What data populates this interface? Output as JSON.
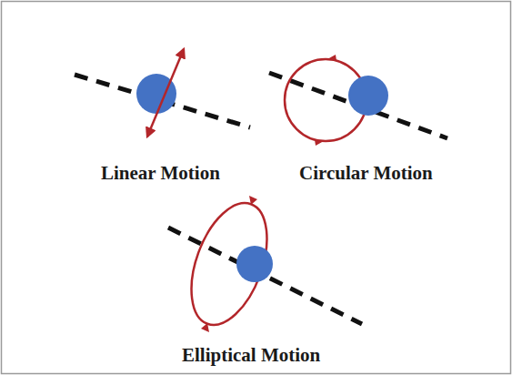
{
  "diagram": {
    "labels": [
      "Linear Motion",
      "Circular Motion",
      "Elliptical Motion"
    ]
  }
}
